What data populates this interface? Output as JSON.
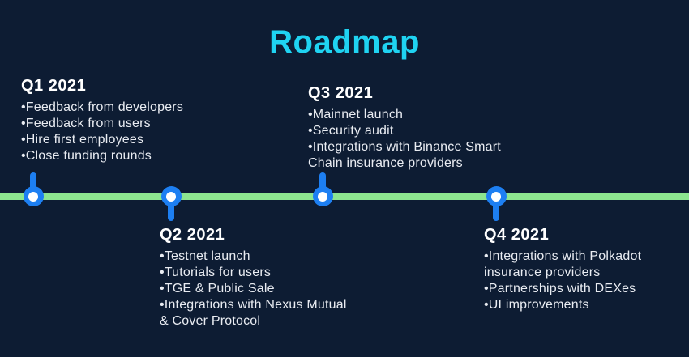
{
  "title": "Roadmap",
  "colors": {
    "background": "#0d1c33",
    "title_cyan": "#1fd3f2",
    "timeline_green": "#8ce68f",
    "marker_blue": "#1d7ff2",
    "marker_core_white": "#ffffff",
    "heading_white": "#ffffff",
    "body_text": "#e9ecf2"
  },
  "milestones": [
    {
      "heading": "Q1 2021",
      "items": [
        "•Feedback from developers",
        "•Feedback from users",
        "•Hire first employees",
        "•Close funding rounds"
      ]
    },
    {
      "heading": "Q2 2021",
      "items": [
        "•Testnet launch",
        "•Tutorials for users",
        "•TGE & Public Sale",
        "•Integrations with Nexus Mutual\n& Cover Protocol"
      ]
    },
    {
      "heading": "Q3 2021",
      "items": [
        "•Mainnet launch",
        "•Security audit",
        "•Integrations with Binance Smart\nChain insurance providers"
      ]
    },
    {
      "heading": "Q4 2021",
      "items": [
        "•Integrations with Polkadot\ninsurance providers",
        "•Partnerships with DEXes",
        "•UI improvements"
      ]
    }
  ]
}
